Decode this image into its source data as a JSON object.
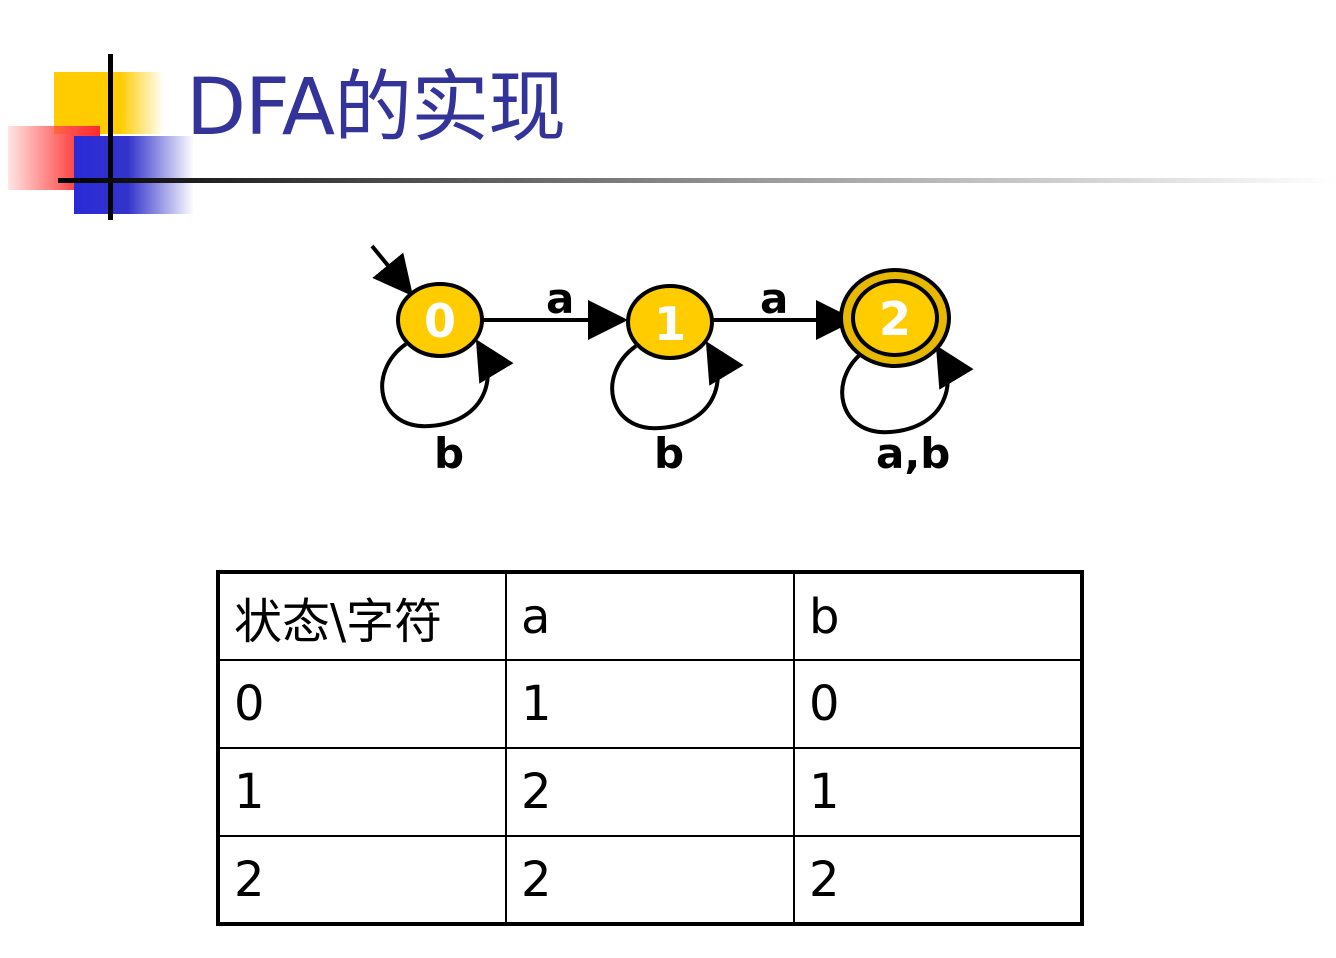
{
  "title": "DFA的实现",
  "colors": {
    "title": "#333399",
    "state_fill": "#ffcc00",
    "state_stroke": "#000000",
    "accept_ring": "#e6b800"
  },
  "diagram": {
    "states": [
      {
        "label": "0",
        "start": true,
        "accepting": false
      },
      {
        "label": "1",
        "start": false,
        "accepting": false
      },
      {
        "label": "2",
        "start": false,
        "accepting": true
      }
    ],
    "transitions": [
      {
        "from": "0",
        "to": "1",
        "label": "a"
      },
      {
        "from": "1",
        "to": "2",
        "label": "a"
      },
      {
        "from": "0",
        "to": "0",
        "label": "b"
      },
      {
        "from": "1",
        "to": "1",
        "label": "b"
      },
      {
        "from": "2",
        "to": "2",
        "label": "a,b"
      }
    ]
  },
  "table": {
    "header": [
      "状态\\字符",
      "a",
      "b"
    ],
    "rows": [
      [
        "0",
        "1",
        "0"
      ],
      [
        "1",
        "2",
        "1"
      ],
      [
        "2",
        "2",
        "2"
      ]
    ]
  }
}
